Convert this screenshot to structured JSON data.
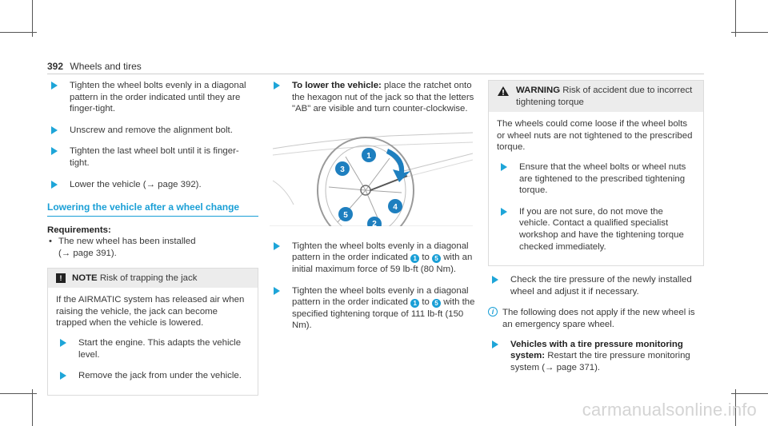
{
  "header": {
    "page_number": "392",
    "section": "Wheels and tires"
  },
  "col1": {
    "steps_top": [
      "Tighten the wheel bolts evenly in a diagonal pattern in the order indicated until they are finger-tight.",
      "Unscrew and remove the alignment bolt.",
      "Tighten the last wheel bolt until it is finger-tight."
    ],
    "step_lower_prefix": "Lower the vehicle (",
    "step_lower_ref": "→ page 392).",
    "heading": "Lowering the vehicle after a wheel change",
    "req_title": "Requirements:",
    "req_item_prefix": "The new wheel has been installed",
    "req_item_ref": "(→ page 391).",
    "note": {
      "label": "NOTE",
      "title": "Risk of trapping the jack",
      "body": "If the AIRMATIC system has released air when raising the vehicle, the jack can become trapped when the vehicle is lowered.",
      "steps": [
        "Start the engine. This adapts the vehicle level.",
        "Remove the jack from under the vehicle."
      ]
    }
  },
  "col2": {
    "lower_bold": "To lower the vehicle:",
    "lower_text": " place the ratchet onto the hexagon nut of the jack so that the letters \"AB\" are visible and turn counter-clockwise.",
    "figure_labels": [
      "1",
      "2",
      "3",
      "4",
      "5"
    ],
    "step1_a": "Tighten the wheel bolts evenly in a diagonal pattern in the order indicated ",
    "step1_b": " to ",
    "step1_c": " with an initial maximum force of 59 lb-ft (80 Nm).",
    "step2_a": "Tighten the wheel bolts evenly in a diagonal pattern in the order indicated ",
    "step2_b": " to ",
    "step2_c": " with the specified tightening torque of 111 lb-ft (150 Nm).",
    "circle_start": "1",
    "circle_end": "5"
  },
  "col3": {
    "warning": {
      "label": "WARNING",
      "title": "Risk of accident due to incorrect tightening torque",
      "body": "The wheels could come loose if the wheel bolts or wheel nuts are not tightened to the prescribed torque.",
      "steps": [
        "Ensure that the wheel bolts or wheel nuts are tightened to the prescribed tightening torque.",
        "If you are not sure, do not move the vehicle. Contact a qualified specialist workshop and have the tightening torque checked immediately."
      ]
    },
    "check_step": "Check the tire pressure of the newly installed wheel and adjust it if necessary.",
    "info": "The following does not apply if the new wheel is an emergency spare wheel.",
    "tpm_bold": "Vehicles with a tire pressure monitoring system:",
    "tpm_text": " Restart the tire pressure monitoring system (",
    "tpm_ref": "→ page 371)."
  },
  "watermark": "carmanualsonline.info",
  "colors": {
    "accent": "#1a9fd6",
    "step_bg": "#e6f4fb",
    "box_head": "#ececec"
  }
}
